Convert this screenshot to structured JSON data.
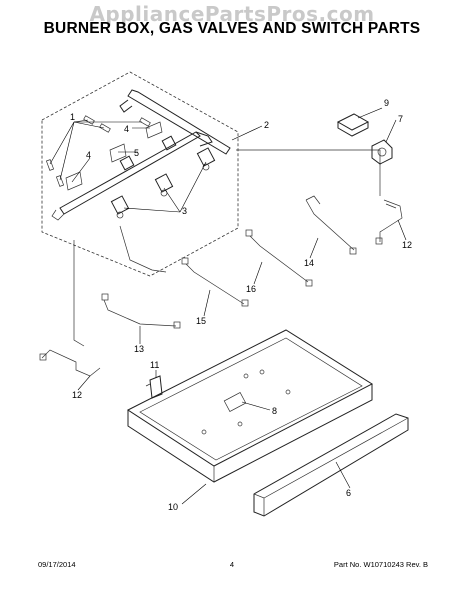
{
  "watermark": "AppliancePartsPros.com",
  "title": "BURNER BOX, GAS VALVES AND SWITCH PARTS",
  "callouts": {
    "c1": "1",
    "c2": "2",
    "c3": "3",
    "c4a": "4",
    "c4b": "4",
    "c5": "5",
    "c6": "6",
    "c7": "7",
    "c8": "8",
    "c9": "9",
    "c10": "10",
    "c11": "11",
    "c12a": "12",
    "c12b": "12",
    "c13": "13",
    "c14": "14",
    "c15": "15",
    "c16": "16"
  },
  "footer": {
    "date": "09/17/2014",
    "page": "4",
    "part_no": "Part No. W10710243  Rev. B"
  }
}
